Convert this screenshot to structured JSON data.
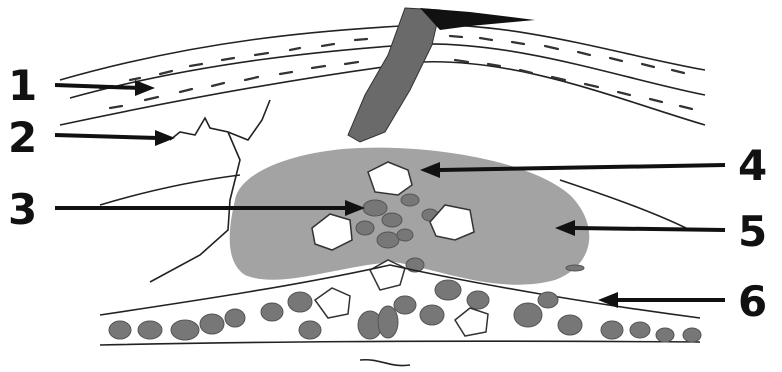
{
  "labels": {
    "l1": "1",
    "l2": "2",
    "l3": "3",
    "l4": "4",
    "l5": "5",
    "l6": "6"
  },
  "colors": {
    "lesion": "#a3a3a3",
    "tract": "#666666",
    "blob": "#777777",
    "line": "#111111"
  }
}
